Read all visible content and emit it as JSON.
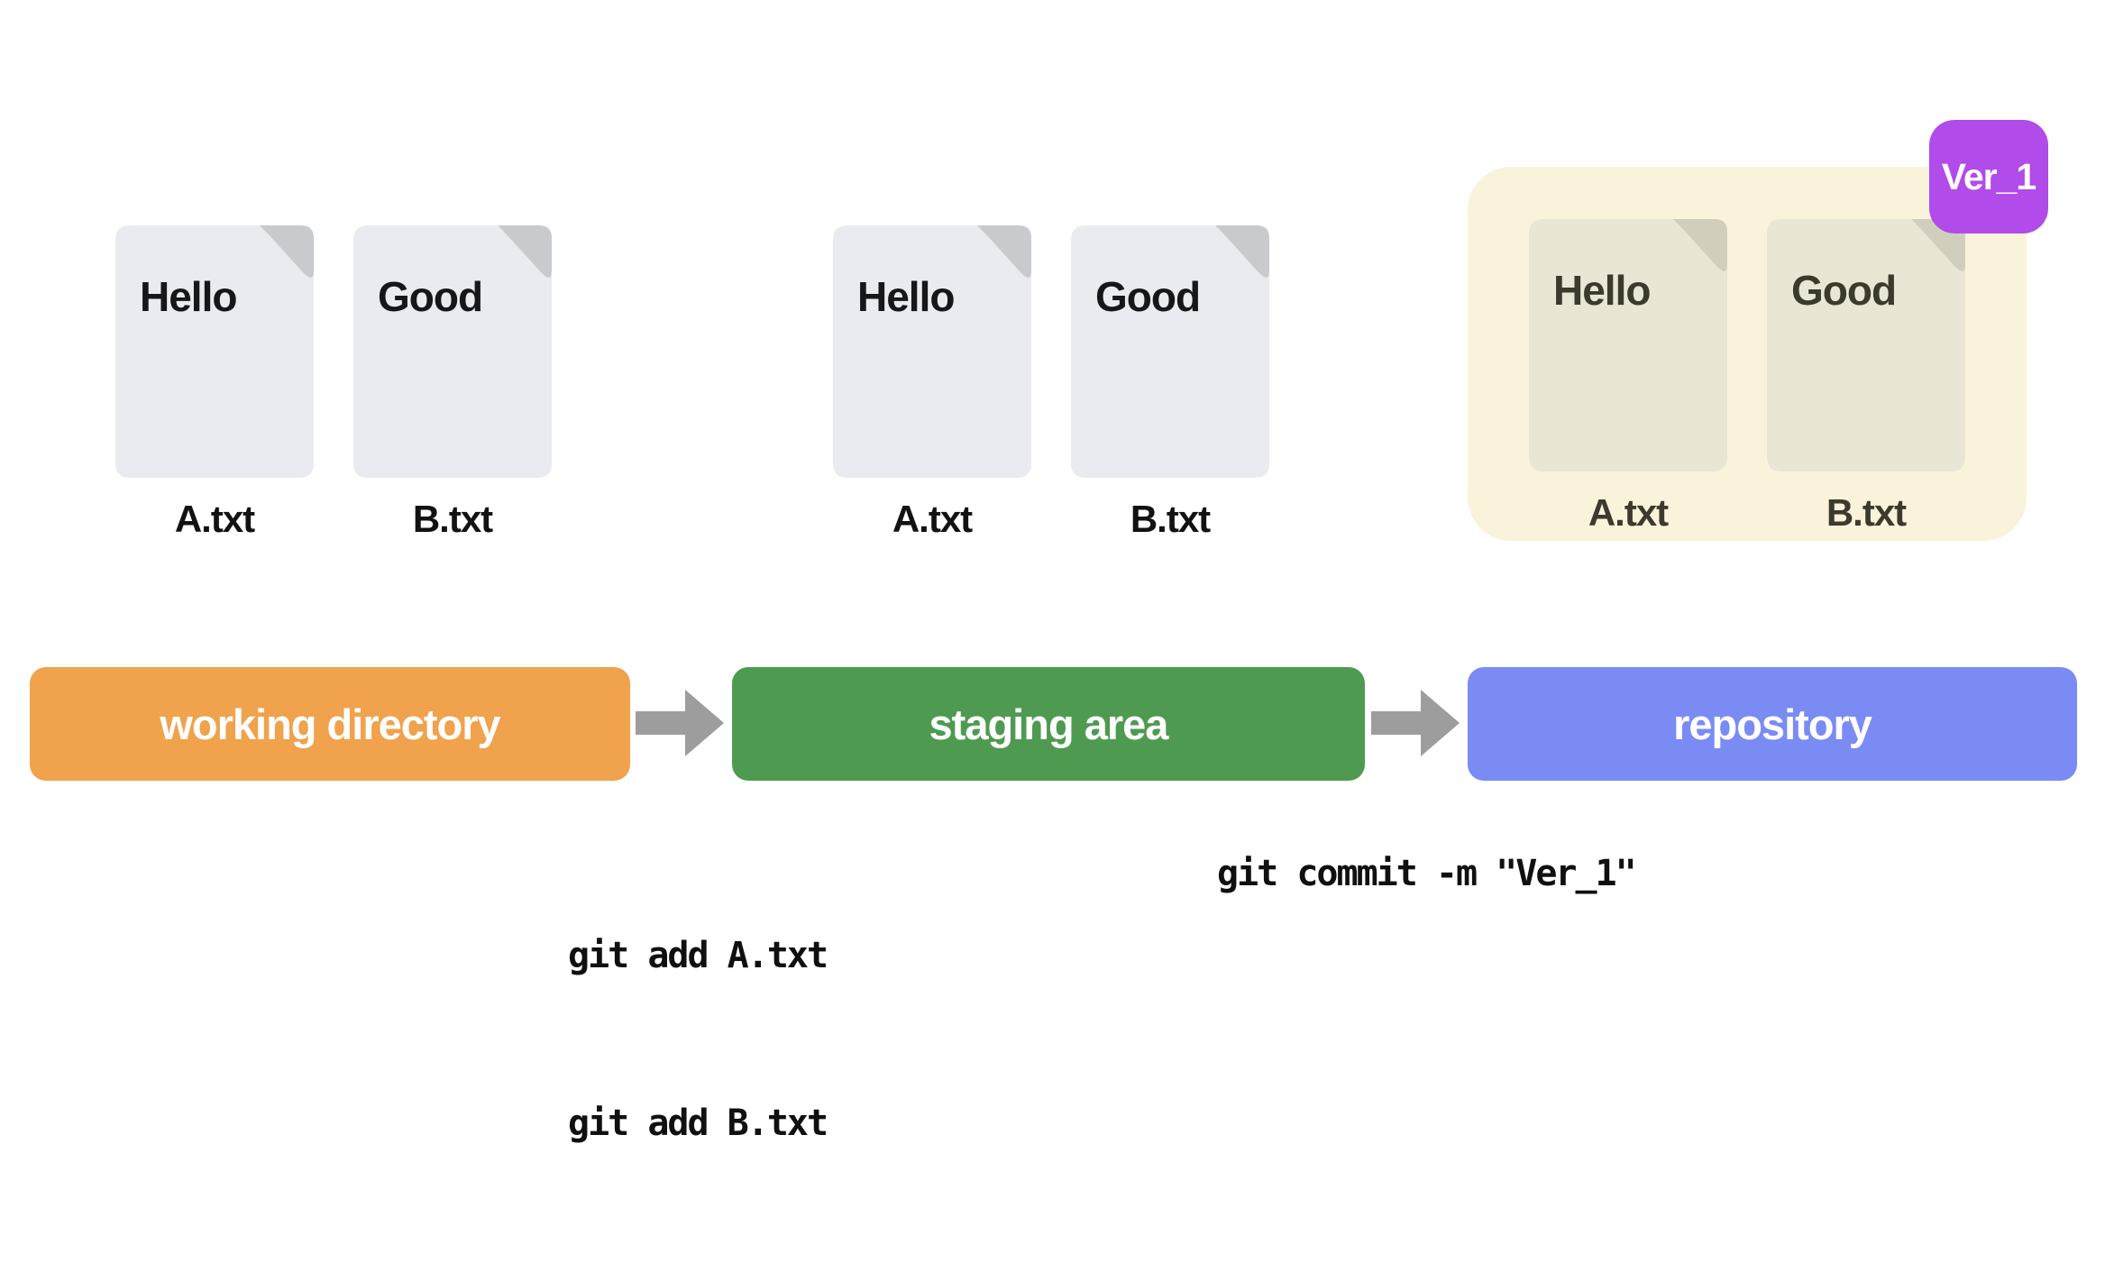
{
  "colors": {
    "canvas_bg": "#ffffff",
    "file_body": "#e9ebf0",
    "file_fold": "#c8cace",
    "file_body_warm": "#e9e6d6",
    "file_fold_warm": "#d2cebd",
    "repo_container_bg": "#faf3dc",
    "badge_bg": "#b14be9",
    "stage_working": "#f0a24c",
    "stage_staging": "#4f9a51",
    "stage_repository": "#7b8bf4",
    "arrow": "#9d9d9d",
    "command_text": "#101010"
  },
  "working_files": [
    {
      "content": "Hello",
      "label": "A.txt"
    },
    {
      "content": "Good",
      "label": "B.txt"
    }
  ],
  "staging_files": [
    {
      "content": "Hello",
      "label": "A.txt"
    },
    {
      "content": "Good",
      "label": "B.txt"
    }
  ],
  "repository": {
    "badge": "Ver_1",
    "files": [
      {
        "content": "Hello",
        "label": "A.txt"
      },
      {
        "content": "Good",
        "label": "B.txt"
      }
    ]
  },
  "pipeline": {
    "working": "working directory",
    "staging": "staging area",
    "repository": "repository"
  },
  "commands": {
    "add_lines": [
      "git add A.txt",
      "git add B.txt"
    ],
    "commit": "git commit -m \"Ver_1\""
  }
}
